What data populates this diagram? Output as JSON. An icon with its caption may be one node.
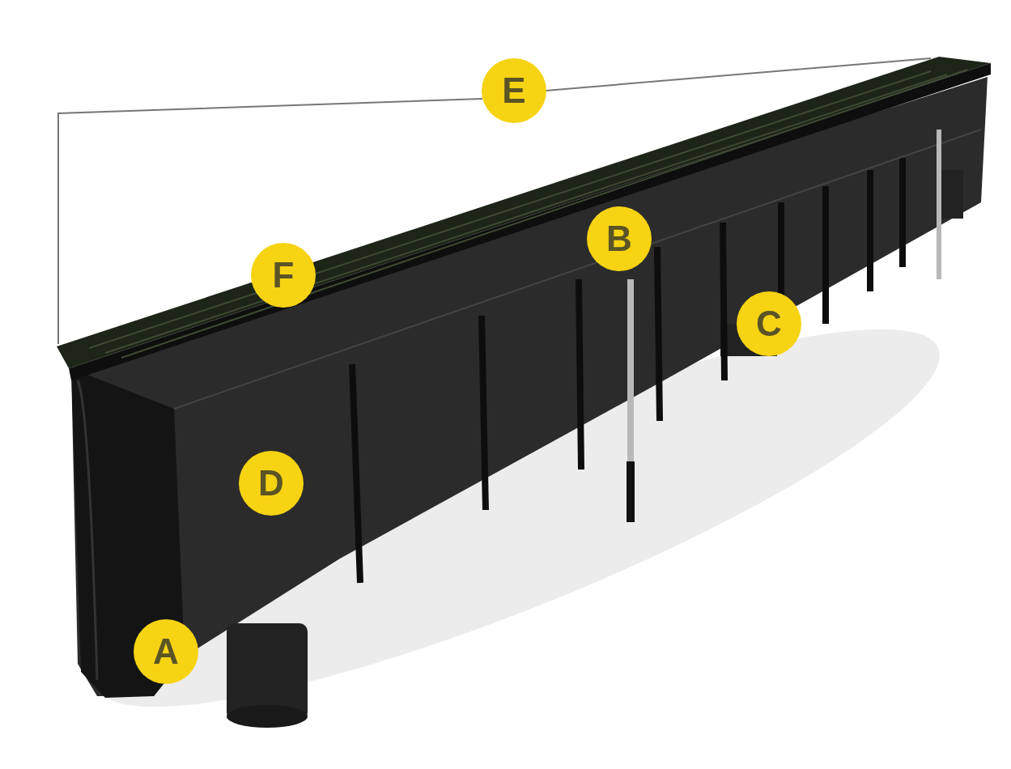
{
  "diagram": {
    "labels": [
      "E",
      "F",
      "B",
      "C",
      "D",
      "A"
    ]
  }
}
